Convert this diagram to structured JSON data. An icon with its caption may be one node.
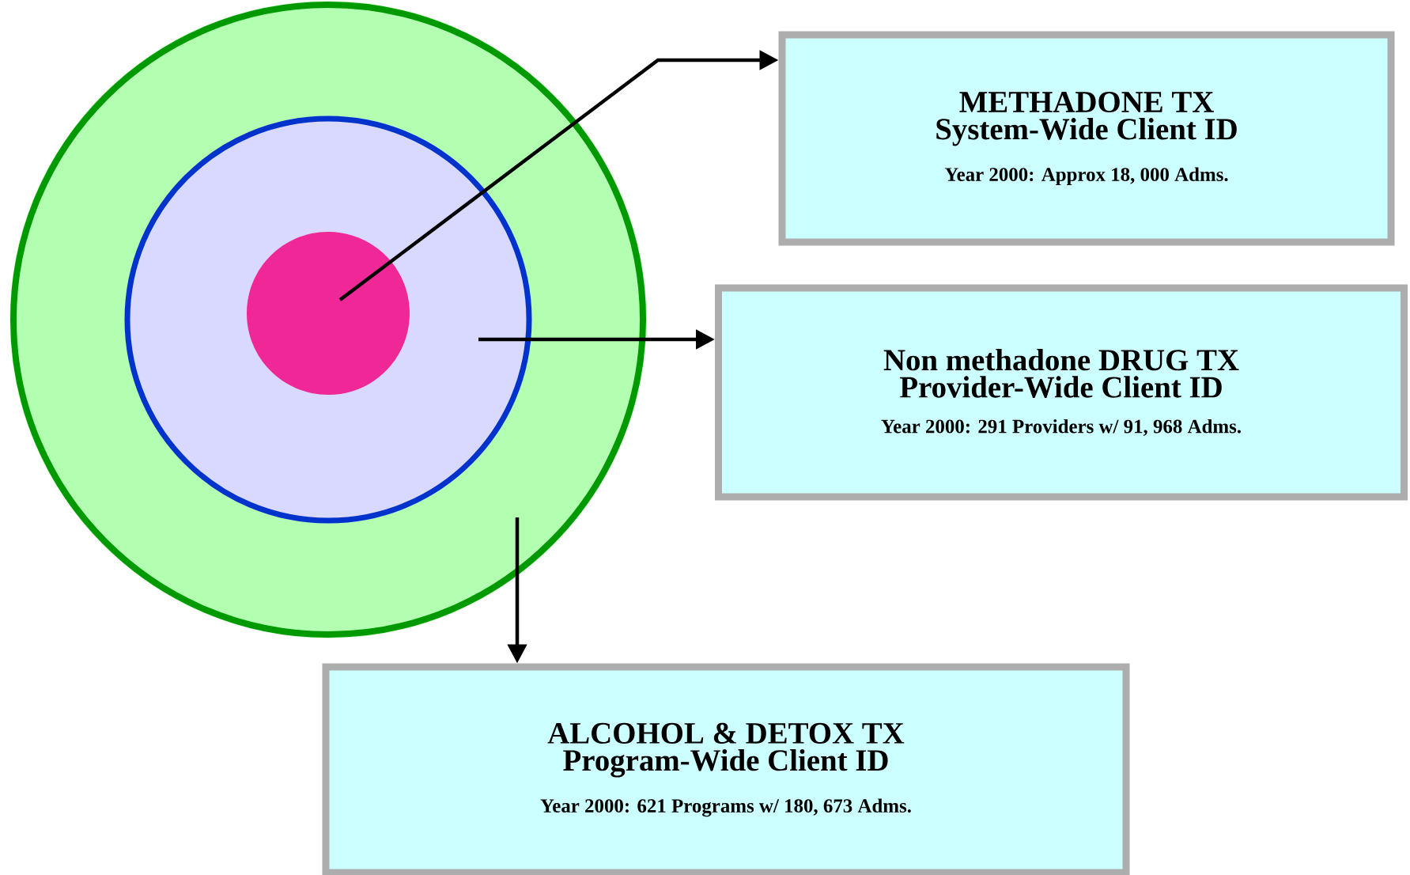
{
  "diagram": {
    "nodes": [
      {
        "text": [],
        "shape": "circle"
      },
      {
        "text": [],
        "shape": "circle",
        "in": 0
      },
      {
        "text": [],
        "shape": "circle",
        "in": 1
      },
      {
        "text": [
          "METHADONE TX",
          "System-Wide Client ID",
          "Year 2000: Approx 18, 000 Adms."
        ]
      },
      {
        "text": [
          "Non methadone DRUG TX",
          "Provider-Wide Client ID",
          "Year 2000: 291 Providers w/ 91, 968 Adms."
        ]
      },
      {
        "text": [
          "ALCOHOL & DETOX TX",
          "Program-Wide Client ID",
          "Year 2000: 621 Programs w/ 180, 673 Adms."
        ]
      }
    ],
    "edges": [
      {
        "from": 2,
        "to": 3,
        "arrow": "to"
      },
      {
        "from": 1,
        "to": 4,
        "arrow": "to"
      },
      {
        "from": 0,
        "to": 5,
        "arrow": "to"
      }
    ]
  }
}
